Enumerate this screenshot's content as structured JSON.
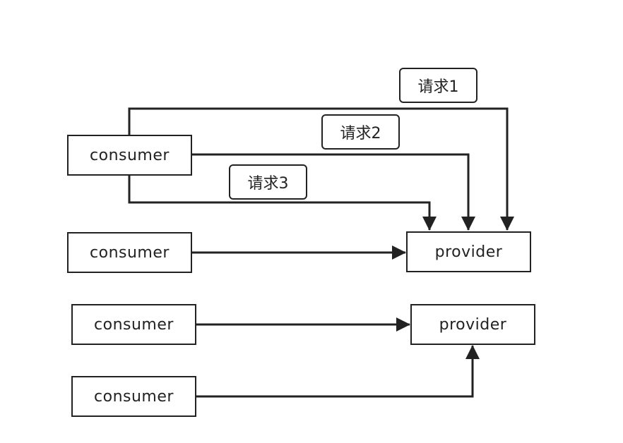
{
  "diagram": {
    "nodes": {
      "consumer_1": "consumer",
      "consumer_2": "consumer",
      "consumer_3": "consumer",
      "consumer_4": "consumer",
      "provider_1": "provider",
      "provider_2": "provider"
    },
    "requests": {
      "request_1": "请求1",
      "request_2": "请求2",
      "request_3": "请求3"
    },
    "colors": {
      "line": "#222222",
      "background": "#ffffff"
    }
  }
}
